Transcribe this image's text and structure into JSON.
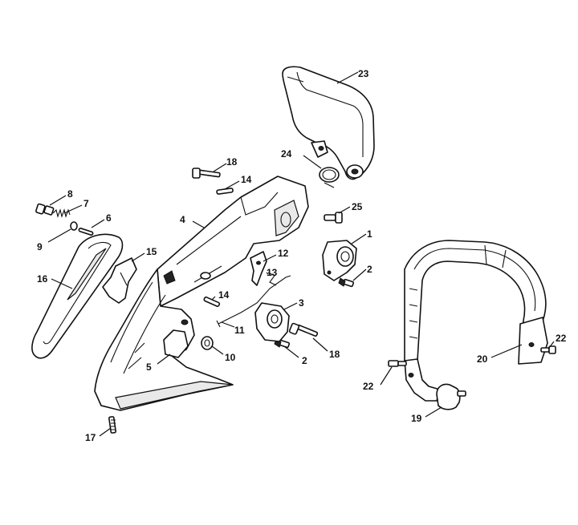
{
  "diagram": {
    "labels": [
      "1",
      "2",
      "2",
      "3",
      "4",
      "5",
      "6",
      "7",
      "8",
      "9",
      "10",
      "11",
      "12",
      "13",
      "14",
      "14",
      "15",
      "16",
      "17",
      "18",
      "18",
      "19",
      "20",
      "22",
      "22",
      "23",
      "24",
      "25"
    ]
  }
}
